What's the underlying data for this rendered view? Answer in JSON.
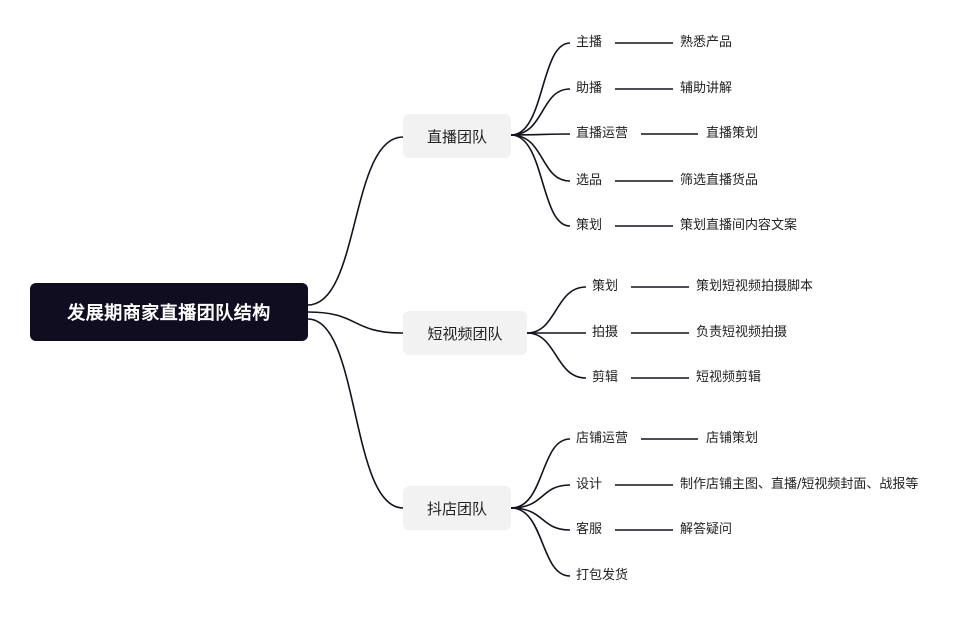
{
  "root": {
    "title": "发展期商家直播团队结构"
  },
  "teams": [
    {
      "name": "直播团队",
      "roles": [
        {
          "role": "主播",
          "duty": "熟悉产品"
        },
        {
          "role": "助播",
          "duty": "辅助讲解"
        },
        {
          "role": "直播运营",
          "duty": "直播策划"
        },
        {
          "role": "选品",
          "duty": "筛选直播货品"
        },
        {
          "role": "策划",
          "duty": "策划直播间内容文案"
        }
      ]
    },
    {
      "name": "短视频团队",
      "roles": [
        {
          "role": "策划",
          "duty": "策划短视频拍摄脚本"
        },
        {
          "role": "拍摄",
          "duty": "负责短视频拍摄"
        },
        {
          "role": "剪辑",
          "duty": "短视频剪辑"
        }
      ]
    },
    {
      "name": "抖店团队",
      "roles": [
        {
          "role": "店铺运营",
          "duty": "店铺策划"
        },
        {
          "role": "设计",
          "duty": "制作店铺主图、直播/短视频封面、战报等"
        },
        {
          "role": "客服",
          "duty": "解答疑问"
        },
        {
          "role": "打包发货",
          "duty": ""
        }
      ]
    }
  ]
}
